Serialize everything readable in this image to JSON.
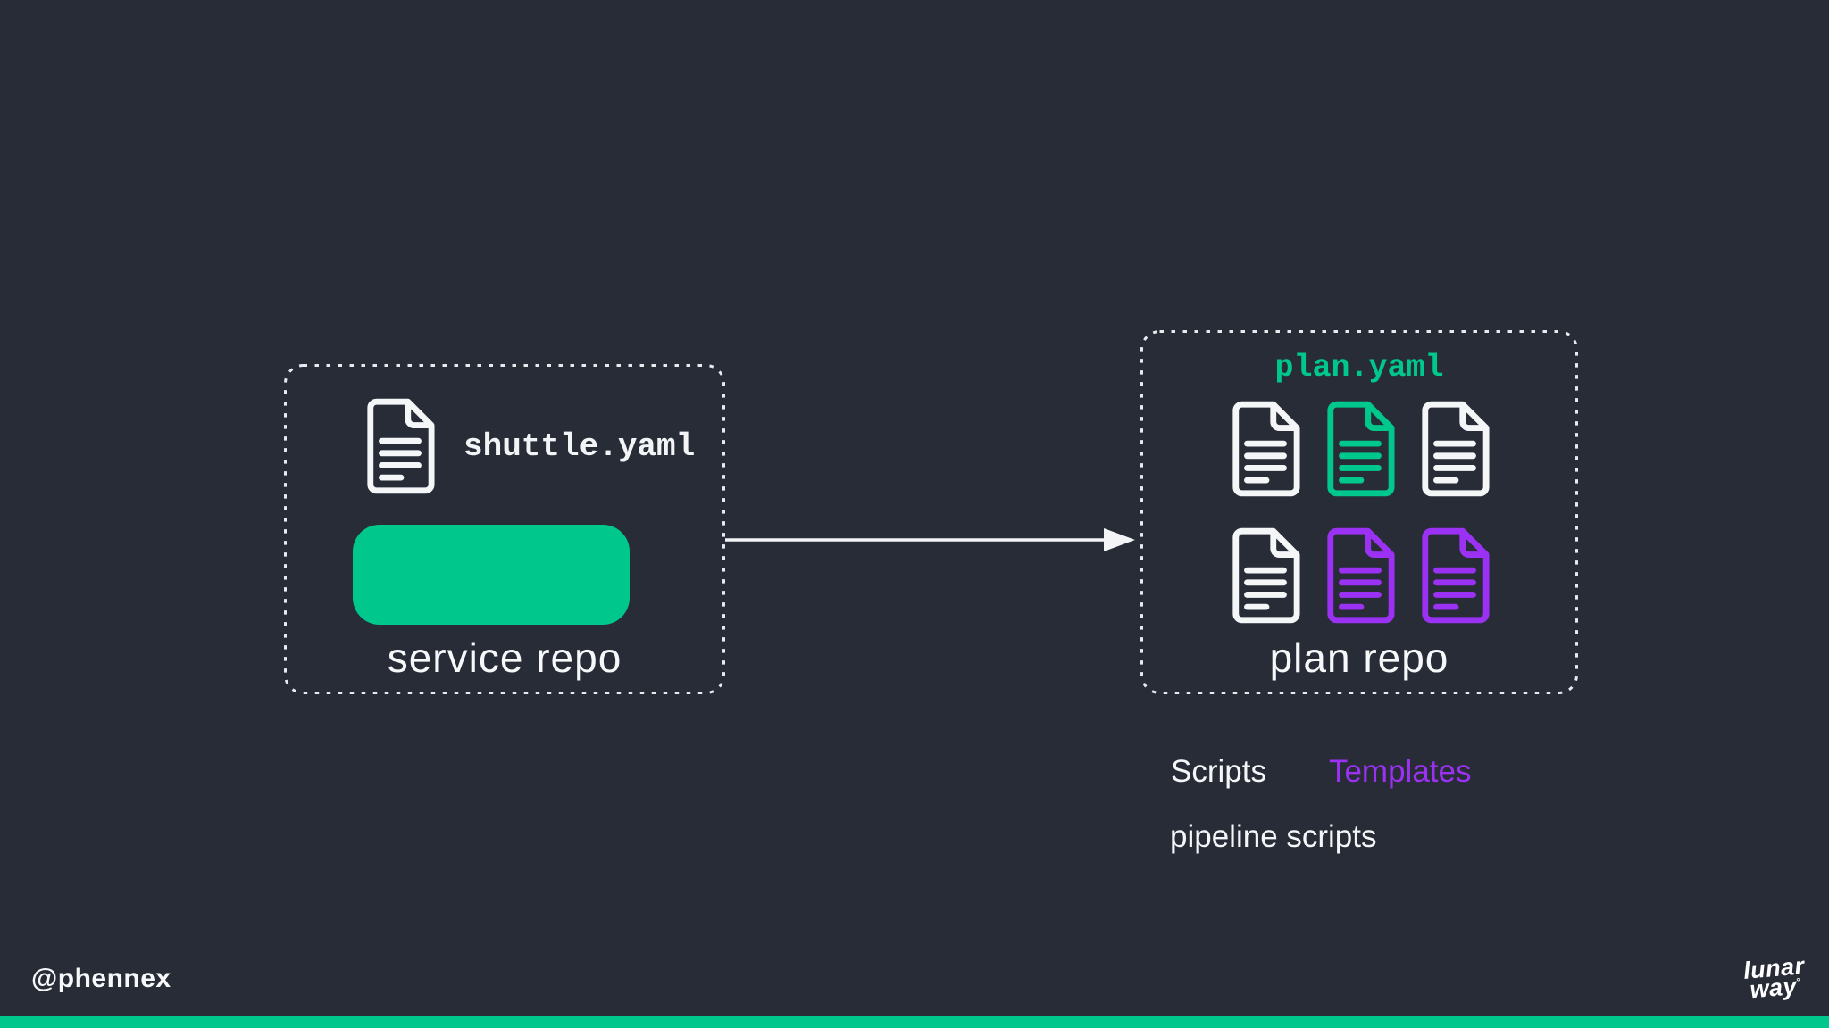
{
  "colors": {
    "background": "#272C36",
    "green": "#00C88C",
    "purple": "#9B31F2",
    "white": "#F2F4F6"
  },
  "service_box": {
    "file_name": "shuttle.yaml",
    "label": "service repo"
  },
  "plan_box": {
    "title": "plan.yaml",
    "label": "plan repo",
    "documents": [
      "white",
      "green",
      "white",
      "white",
      "purple",
      "purple"
    ]
  },
  "legend": {
    "scripts": "Scripts",
    "templates": "Templates",
    "caption": "pipeline scripts"
  },
  "footer": {
    "handle": "@phennex",
    "logo_line1": "lunar",
    "logo_line2": "way",
    "logo_mark": "°"
  }
}
